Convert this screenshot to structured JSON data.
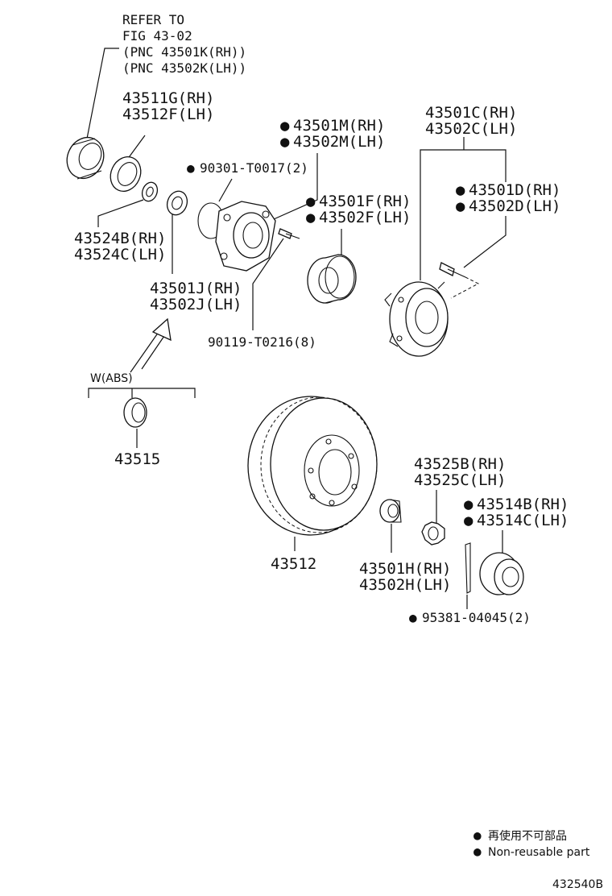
{
  "diagram": {
    "refer": {
      "line1": "REFER TO",
      "line2": "FIG 43-02",
      "line3": "(PNC 43501K(RH))",
      "line4": "(PNC 43502K(LH))"
    },
    "labels": {
      "p43511G": "43511G(RH)",
      "p43512F": "43512F(LH)",
      "p90301": "90301-T0017(2)",
      "p43501M": "43501M(RH)",
      "p43502M": "43502M(LH)",
      "p43501C": "43501C(RH)",
      "p43502C": "43502C(LH)",
      "p43501F": "43501F(RH)",
      "p43502F": "43502F(LH)",
      "p43501D": "43501D(RH)",
      "p43502D": "43502D(LH)",
      "p43524B": "43524B(RH)",
      "p43524C": "43524C(LH)",
      "p43501J": "43501J(RH)",
      "p43502J": "43502J(LH)",
      "p90119": "90119-T0216(8)",
      "wabs": "W(ABS)",
      "p43515": "43515",
      "p43512": "43512",
      "p43525B": "43525B(RH)",
      "p43525C": "43525C(LH)",
      "p43514B": "43514B(RH)",
      "p43514C": "43514C(LH)",
      "p43501H": "43501H(RH)",
      "p43502H": "43502H(LH)",
      "p95381": "95381-04045(2)"
    },
    "legend": {
      "jp": "再使用不可部品",
      "en": "Non-reusable part"
    },
    "figure_code": "432540B",
    "marker_symbol": "●"
  }
}
